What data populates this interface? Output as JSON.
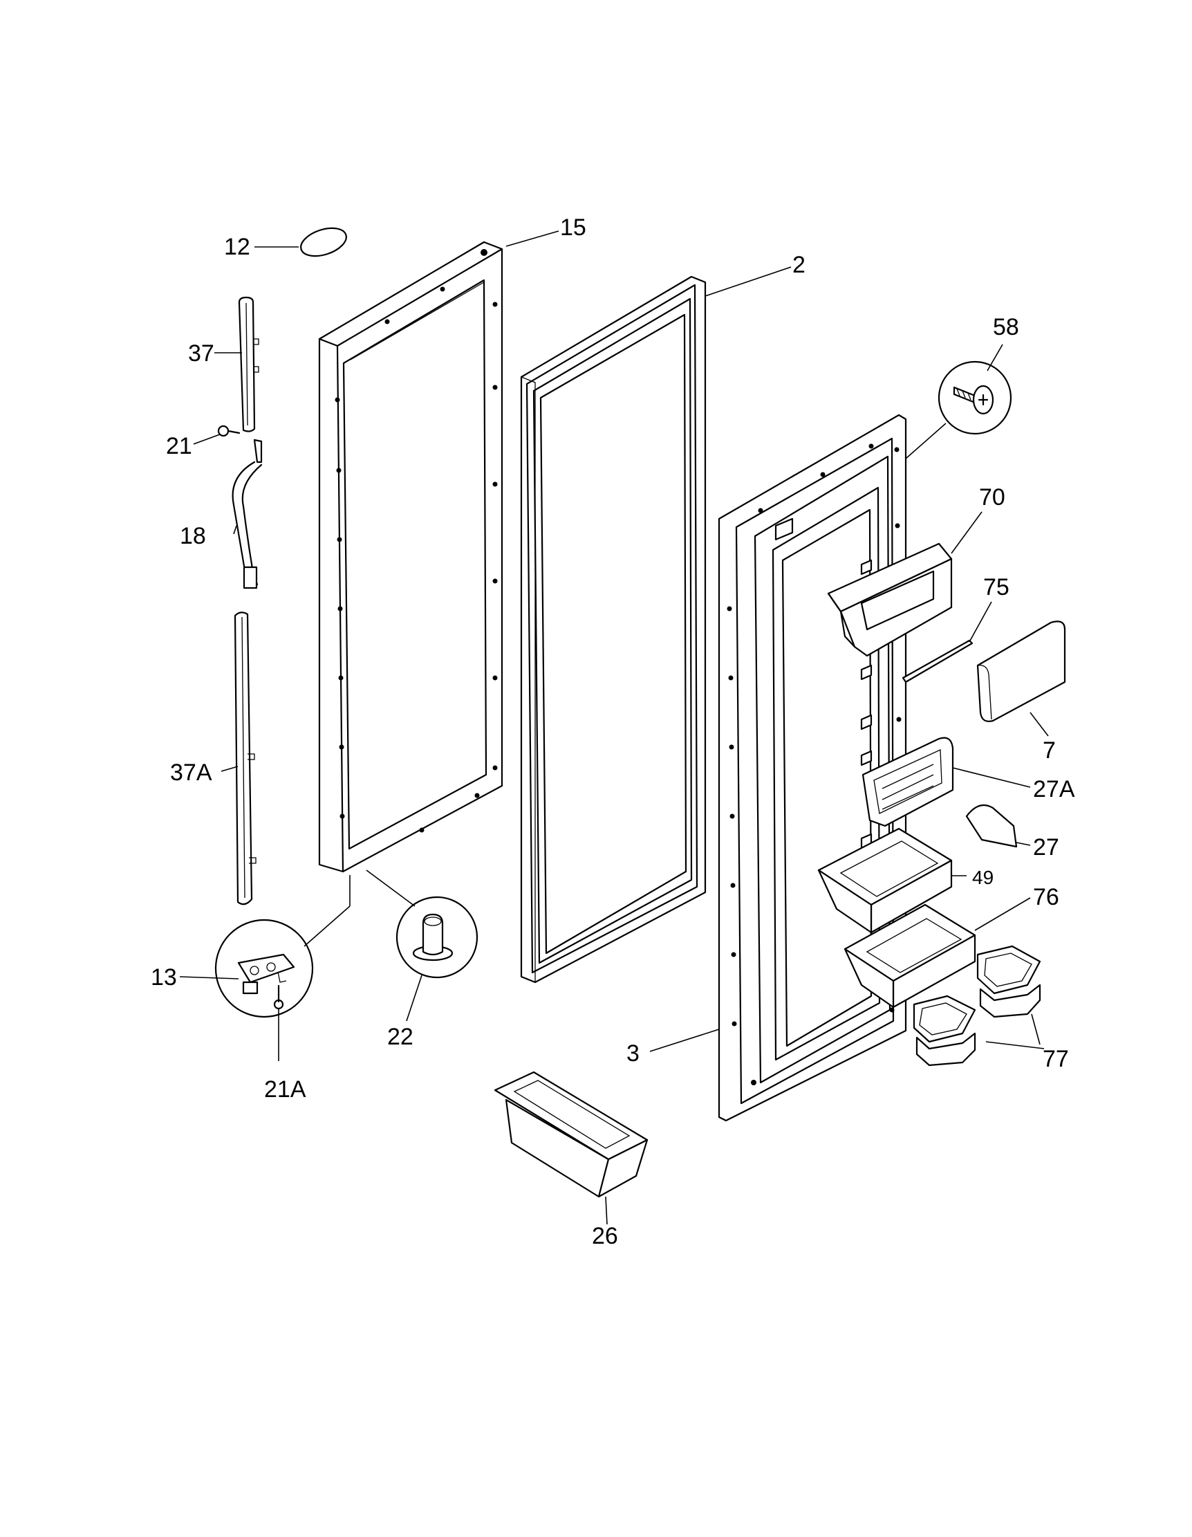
{
  "diagram": {
    "callouts": {
      "c12": "12",
      "c15": "15",
      "c37": "37",
      "c21": "21",
      "c18": "18",
      "c37A": "37A",
      "c13": "13",
      "c21A": "21A",
      "c22": "22",
      "c2": "2",
      "c58": "58",
      "c70": "70",
      "c75": "75",
      "c7": "7",
      "c27A": "27A",
      "c27": "27",
      "c49": "49",
      "c76": "76",
      "c3": "3",
      "c77": "77",
      "c26": "26"
    }
  }
}
